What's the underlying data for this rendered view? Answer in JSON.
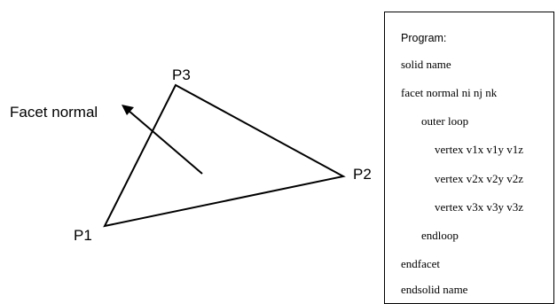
{
  "diagram": {
    "labels": {
      "p1": "P1",
      "p2": "P2",
      "p3": "P3",
      "facet_normal": "Facet normal"
    }
  },
  "program": {
    "lines": [
      "Program:",
      "solid name",
      "facet normal ni nj nk",
      "outer loop",
      "vertex v1x v1y v1z",
      "vertex v2x v2y v2z",
      "vertex v3x v3y v3z",
      "endloop",
      "endfacet",
      "endsolid name"
    ]
  }
}
